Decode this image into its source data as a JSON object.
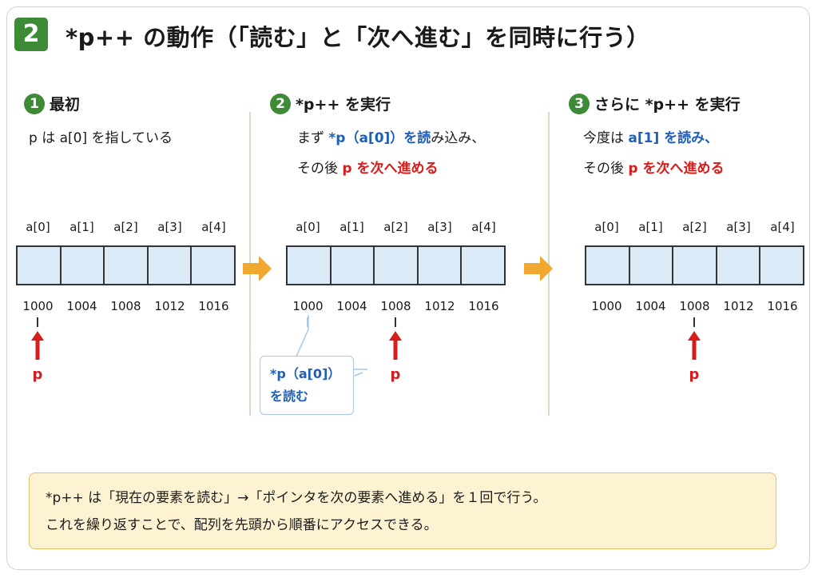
{
  "title": {
    "badge": "2",
    "text": "*p++ の動作（「読む」と「次へ進む」を同時に行う）"
  },
  "steps": [
    {
      "num": "1",
      "title": "最初",
      "desc_lines": [
        [
          {
            "text": "p は a[0] を指している",
            "style": ""
          }
        ]
      ],
      "labels": [
        "a[0]",
        "a[1]",
        "a[2]",
        "a[3]",
        "a[4]"
      ],
      "addresses": [
        "1000",
        "1004",
        "1008",
        "1012",
        "1016"
      ],
      "pointer_label": "p",
      "pointer_index": 0
    },
    {
      "num": "2",
      "title": "*p++ を実行",
      "desc_lines": [
        [
          {
            "text": "まず ",
            "style": ""
          },
          {
            "text": "*p（a[0]）を読",
            "style": "blue"
          },
          {
            "text": "み込み、",
            "style": ""
          }
        ],
        [
          {
            "text": "その後 ",
            "style": ""
          },
          {
            "text": "p を次へ進める",
            "style": "red"
          }
        ]
      ],
      "labels": [
        "a[0]",
        "a[1]",
        "a[2]",
        "a[3]",
        "a[4]"
      ],
      "addresses": [
        "1000",
        "1004",
        "1008",
        "1012",
        "1016"
      ],
      "pointer_label": "p",
      "pointer_index": 2,
      "callout": [
        "*p（a[0]）",
        "を読む"
      ]
    },
    {
      "num": "3",
      "title": "さらに *p++ を実行",
      "desc_lines": [
        [
          {
            "text": "今度は ",
            "style": ""
          },
          {
            "text": "a[1] を読み、",
            "style": "blue"
          }
        ],
        [
          {
            "text": "その後 ",
            "style": ""
          },
          {
            "text": "p を次へ進める",
            "style": "red"
          }
        ]
      ],
      "labels": [
        "a[0]",
        "a[1]",
        "a[2]",
        "a[3]",
        "a[4]"
      ],
      "addresses": [
        "1000",
        "1004",
        "1008",
        "1012",
        "1016"
      ],
      "pointer_label": "p",
      "pointer_index": 2
    }
  ],
  "note": {
    "line1": "*p++ は「現在の要素を読む」→「ポインタを次の要素へ進める」を１回で行う。",
    "line2": "これを繰り返すことで、配列を先頭から順番にアクセスできる。"
  },
  "colors": {
    "green": "#3d8a37",
    "blue": "#1f5fb8",
    "red": "#d81c1c",
    "orange_arrow": "#f0a830",
    "cell_fill": "#dbeaf7",
    "note_bg": "#fdf3d2"
  }
}
